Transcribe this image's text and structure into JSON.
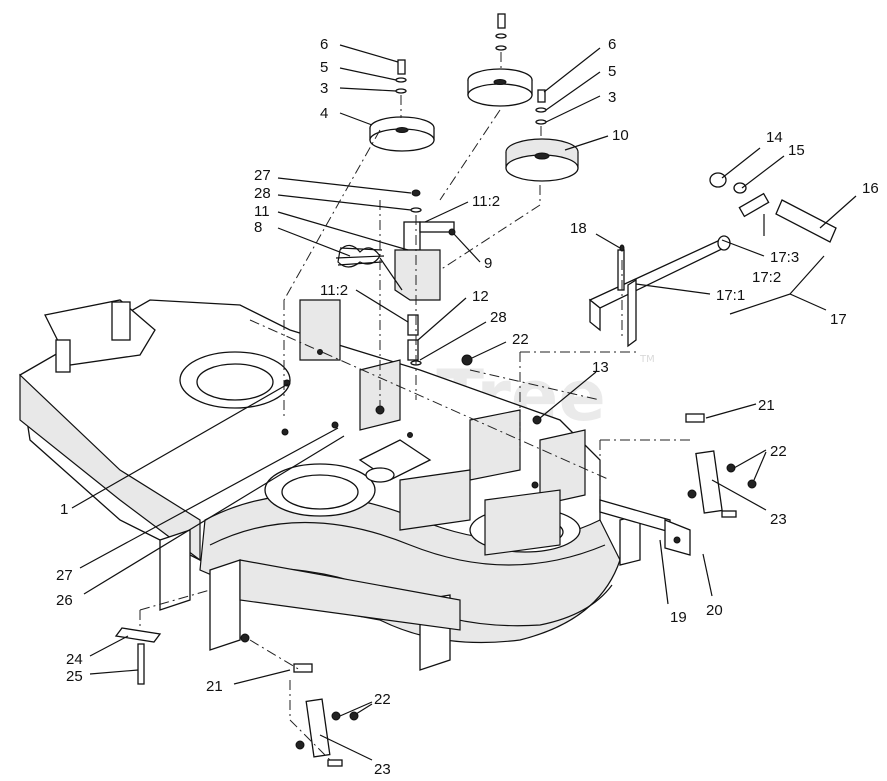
{
  "watermark": "PartsTree",
  "watermark_tm": "TM",
  "callouts": {
    "c6a": "6",
    "c5a": "5",
    "c3a": "3",
    "c4": "4",
    "c6b": "6",
    "c5b": "5",
    "c3b": "3",
    "c10": "10",
    "c27a": "27",
    "c28a": "28",
    "c11": "11",
    "c8": "8",
    "c11_2a": "11:2",
    "c9": "9",
    "c11_2b": "11:2",
    "c12": "12",
    "c28b": "28",
    "c22a": "22",
    "c18": "18",
    "c14": "14",
    "c15": "15",
    "c16": "16",
    "c17_3": "17:3",
    "c17_2": "17:2",
    "c17_1": "17:1",
    "c17": "17",
    "c13": "13",
    "c21a": "21",
    "c22b": "22",
    "c23a": "23",
    "c1": "1",
    "c27b": "27",
    "c26": "26",
    "c19": "19",
    "c20": "20",
    "c24": "24",
    "c25": "25",
    "c21b": "21",
    "c22c": "22",
    "c23b": "23"
  }
}
